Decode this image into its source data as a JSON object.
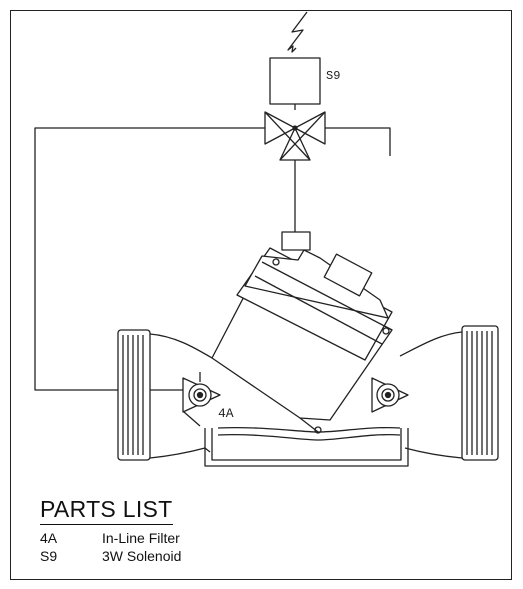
{
  "labels": {
    "solenoid_callout": "S9",
    "filter_callout": "4A"
  },
  "parts_list": {
    "title": "PARTS LIST",
    "items": [
      {
        "code": "4A",
        "description": "In-Line Filter"
      },
      {
        "code": "S9",
        "description": "3W Solenoid"
      }
    ]
  }
}
